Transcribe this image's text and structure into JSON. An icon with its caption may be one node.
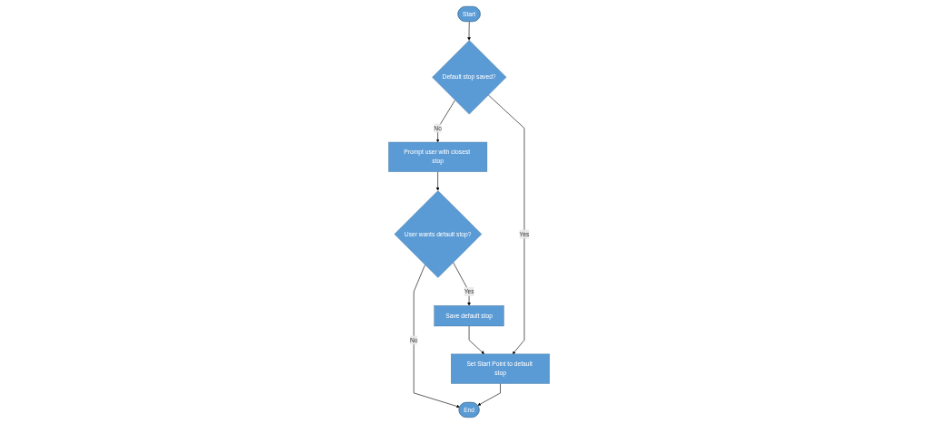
{
  "diagram": {
    "nodes": [
      {
        "text": [
          "Start"
        ]
      },
      {
        "text": [
          "Default stop saved?"
        ]
      },
      {
        "text": [
          "Prompt user with closest stop"
        ]
      },
      {
        "text": [
          "User wants default stop?"
        ]
      },
      {
        "text": [
          "Set Start Point to default stop"
        ]
      },
      {
        "text": [
          "Save default stop"
        ]
      },
      {
        "text": [
          "End"
        ]
      }
    ],
    "edges": [
      {
        "from": 0,
        "to": 1,
        "arrow": "to"
      },
      {
        "from": 1,
        "to": 2,
        "label": "No",
        "arrow": "to"
      },
      {
        "from": 2,
        "to": 3,
        "arrow": "to"
      },
      {
        "from": 3,
        "to": 6,
        "label": "No",
        "arrow": "to"
      },
      {
        "from": 1,
        "to": 4,
        "label": "Yes",
        "arrow": "to"
      },
      {
        "from": 3,
        "to": 5,
        "label": "Yes",
        "arrow": "to"
      },
      {
        "from": 5,
        "to": 4,
        "arrow": "to"
      },
      {
        "from": 4,
        "to": 6,
        "arrow": "to"
      }
    ]
  }
}
